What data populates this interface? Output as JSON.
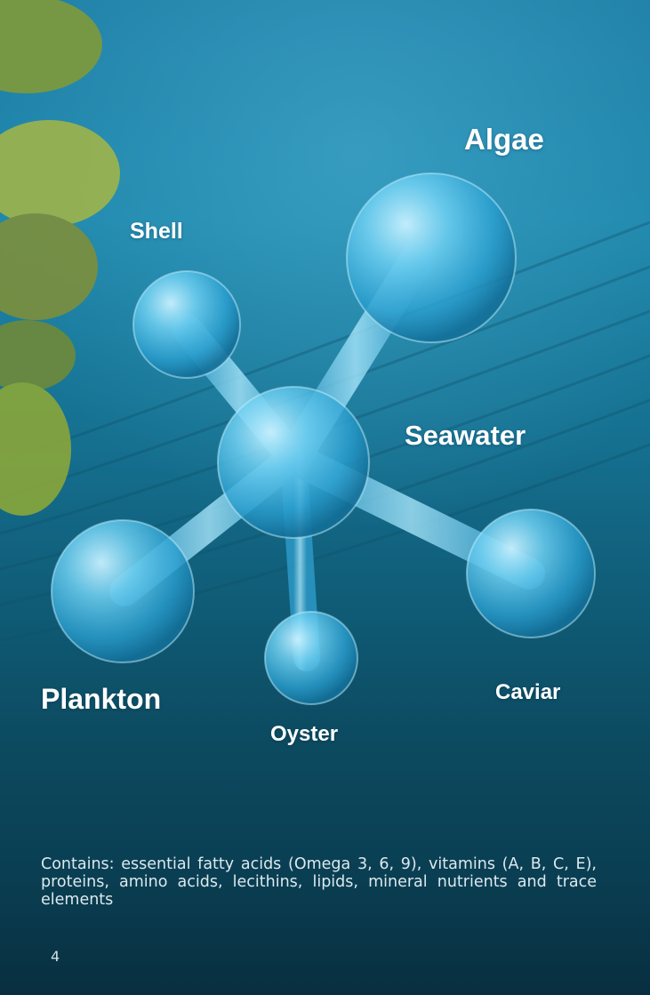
{
  "labels": {
    "algae": "Algae",
    "shell": "Shell",
    "seawater": "Seawater",
    "plankton": "Plankton",
    "caviar": "Caviar",
    "oyster": "Oyster"
  },
  "caption": "Contains: essential fatty acids (Omega 3, 6, 9), vitamins (A, B, C, E), proteins, amino acids, lecithins, lipids, mineral nutrients and trace elements",
  "page_number": "4",
  "colors": {
    "water_top": "#1f7fa6",
    "water_bottom": "#082f40",
    "sphere": "#5ec8ee",
    "seaweed": "#8aa63a",
    "text": "#ffffff"
  }
}
